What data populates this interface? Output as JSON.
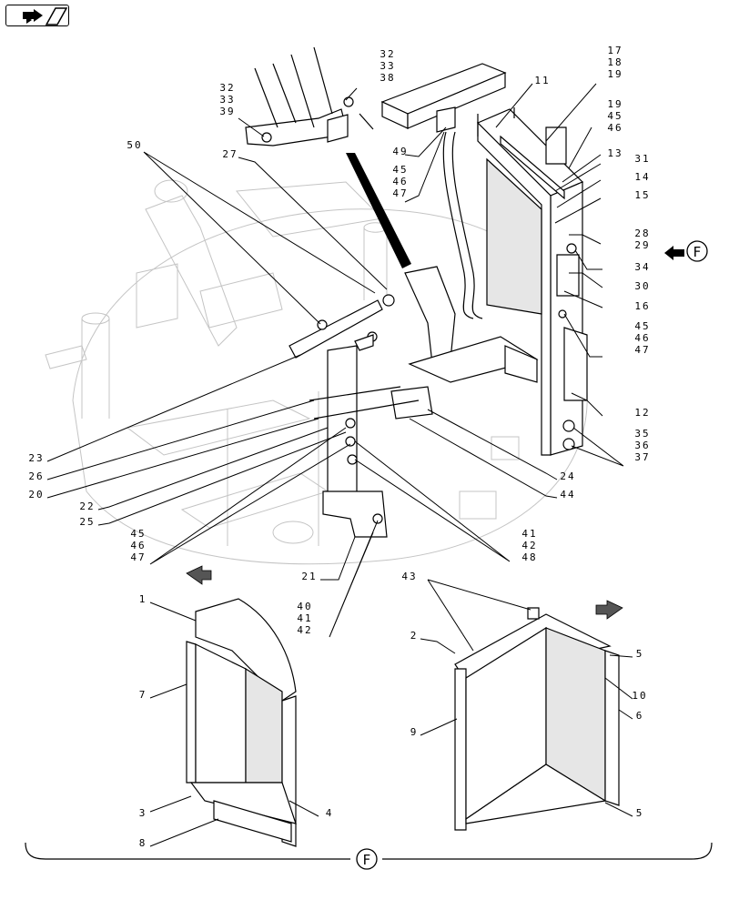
{
  "nav": {
    "icon": "page-navigation-icon"
  },
  "view_marker": "F",
  "callouts": [
    {
      "id": "c-50",
      "lines": [
        "50"
      ]
    },
    {
      "id": "c-27",
      "lines": [
        "27"
      ]
    },
    {
      "id": "c-32-33-39",
      "lines": [
        "32",
        "33",
        "39"
      ]
    },
    {
      "id": "c-32-33-38",
      "lines": [
        "32",
        "33",
        "38"
      ]
    },
    {
      "id": "c-11",
      "lines": [
        "11"
      ]
    },
    {
      "id": "c-17-18-19",
      "lines": [
        "17",
        "18",
        "19"
      ]
    },
    {
      "id": "c-49",
      "lines": [
        "49"
      ]
    },
    {
      "id": "c-19-45-46",
      "lines": [
        "19",
        "45",
        "46"
      ]
    },
    {
      "id": "c-45-46-47-top",
      "lines": [
        "45",
        "46",
        "47"
      ]
    },
    {
      "id": "c-13",
      "lines": [
        "13"
      ]
    },
    {
      "id": "c-31",
      "lines": [
        "31"
      ]
    },
    {
      "id": "c-14",
      "lines": [
        "14"
      ]
    },
    {
      "id": "c-15",
      "lines": [
        "15"
      ]
    },
    {
      "id": "c-28-29",
      "lines": [
        "28",
        "29"
      ]
    },
    {
      "id": "c-34",
      "lines": [
        "34"
      ]
    },
    {
      "id": "c-30",
      "lines": [
        "30"
      ]
    },
    {
      "id": "c-16",
      "lines": [
        "16"
      ]
    },
    {
      "id": "c-45-46-47-right",
      "lines": [
        "45",
        "46",
        "47"
      ]
    },
    {
      "id": "c-12",
      "lines": [
        "12"
      ]
    },
    {
      "id": "c-35-36-37",
      "lines": [
        "35",
        "36",
        "37"
      ]
    },
    {
      "id": "c-23",
      "lines": [
        "23"
      ]
    },
    {
      "id": "c-26",
      "lines": [
        "26"
      ]
    },
    {
      "id": "c-20",
      "lines": [
        "20"
      ]
    },
    {
      "id": "c-22",
      "lines": [
        "22"
      ]
    },
    {
      "id": "c-25",
      "lines": [
        "25"
      ]
    },
    {
      "id": "c-24",
      "lines": [
        "24"
      ]
    },
    {
      "id": "c-44",
      "lines": [
        "44"
      ]
    },
    {
      "id": "c-45-46-47-left",
      "lines": [
        "45",
        "46",
        "47"
      ]
    },
    {
      "id": "c-41-42-48",
      "lines": [
        "41",
        "42",
        "48"
      ]
    },
    {
      "id": "c-21",
      "lines": [
        "21"
      ]
    },
    {
      "id": "c-40-41-42",
      "lines": [
        "40",
        "41",
        "42"
      ]
    },
    {
      "id": "c-43",
      "lines": [
        "43"
      ]
    },
    {
      "id": "c-1",
      "lines": [
        "1"
      ]
    },
    {
      "id": "c-7",
      "lines": [
        "7"
      ]
    },
    {
      "id": "c-3",
      "lines": [
        "3"
      ]
    },
    {
      "id": "c-4",
      "lines": [
        "4"
      ]
    },
    {
      "id": "c-8",
      "lines": [
        "8"
      ]
    },
    {
      "id": "c-2",
      "lines": [
        "2"
      ]
    },
    {
      "id": "c-9",
      "lines": [
        "9"
      ]
    },
    {
      "id": "c-5-top",
      "lines": [
        "5"
      ]
    },
    {
      "id": "c-10",
      "lines": [
        "10"
      ]
    },
    {
      "id": "c-6",
      "lines": [
        "6"
      ]
    },
    {
      "id": "c-5-bottom",
      "lines": [
        "5"
      ]
    }
  ]
}
